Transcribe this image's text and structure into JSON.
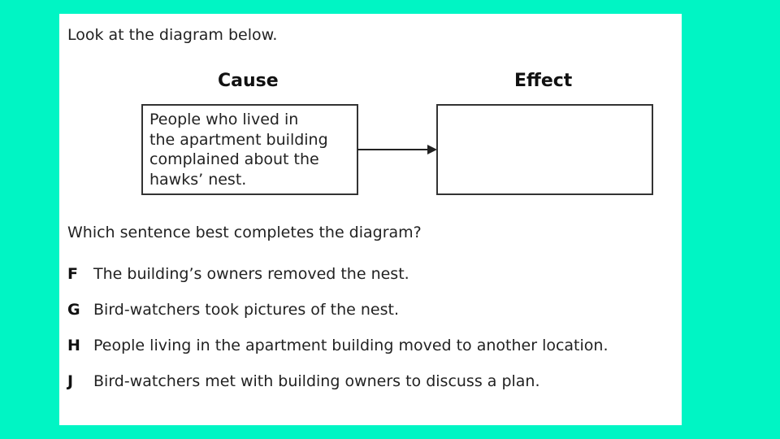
{
  "intro": "Look at the diagram below.",
  "diagram": {
    "cause_heading": "Cause",
    "effect_heading": "Effect",
    "cause_lines": [
      "People who lived in",
      "the apartment building",
      "complained about the",
      "hawks’ nest."
    ],
    "effect_text": ""
  },
  "question": "Which sentence best completes the diagram?",
  "choices": [
    {
      "letter": "F",
      "text": "The building’s owners removed the nest."
    },
    {
      "letter": "G",
      "text": "Bird-watchers took pictures of the nest."
    },
    {
      "letter": "H",
      "text": "People living in the apartment building moved to another location."
    },
    {
      "letter": "J",
      "text": "Bird-watchers met with building owners to discuss a plan."
    }
  ],
  "colors": {
    "background": "#00f5c4",
    "card": "#ffffff"
  }
}
